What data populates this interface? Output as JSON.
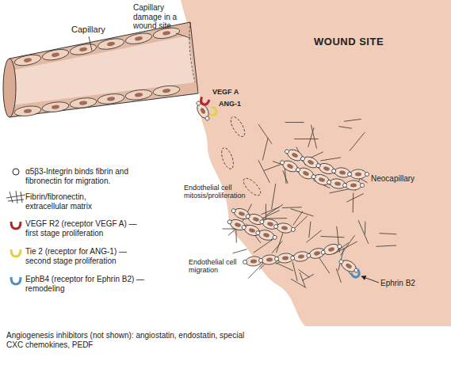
{
  "diagram": {
    "nodes": [
      {
        "text": [
          "WOUND SITE"
        ]
      }
    ],
    "labels": [
      "Capillary",
      "Capillary damage in a wound site",
      "VEGF A",
      "ANG-1",
      "Endothelial cell mitosis/proliferation",
      "Neocapillary",
      "Endothelial cell migration",
      "Ephrin B2",
      "Angiogenesis inhibitors (not shown): angiostatin, endostatin, special CXC chemokines, PEDF"
    ],
    "legend": [
      {
        "text": "α5β3-Integrin binds fibrin and fibronectin for migration."
      },
      {
        "text": "Fibrin/fibronectin, extracellular matrix"
      },
      {
        "text": "VEGF R2 (receptor VEGF A) —first stage proliferation"
      },
      {
        "text": "Tie 2 (receptor for ANG-1) —second stage proliferation"
      },
      {
        "text": "EphB4 (receptor for Ephrin B2) —remodeling"
      }
    ]
  }
}
